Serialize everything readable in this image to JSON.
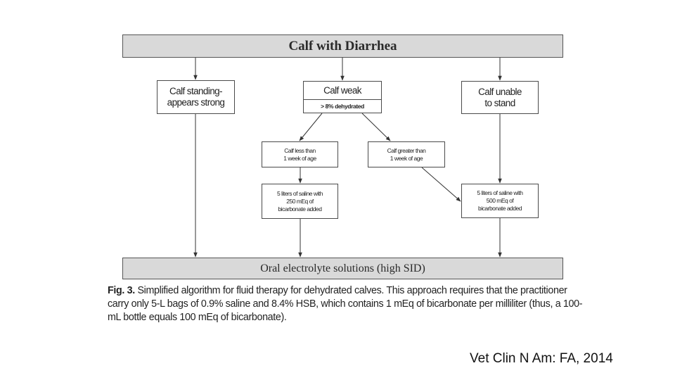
{
  "diagram": {
    "root": "Calf with Diarrhea",
    "sink": "Oral electrolyte solutions (high SID)",
    "nodes": {
      "standing": [
        "Calf standing-",
        "appears strong"
      ],
      "weak": {
        "title": "Calf weak",
        "subtitle": "> 8% dehydrated"
      },
      "unable": [
        "Calf unable",
        "to stand"
      ],
      "less_than_week": [
        "Calf less than",
        "1 week of age"
      ],
      "greater_than_week": [
        "Calf greater than",
        "1 week of age"
      ],
      "saline_250": [
        "5 liters of saline with",
        "250 mEq of",
        "bicarbonate added"
      ],
      "saline_500": [
        "5 liters of saline with",
        "500 mEq of",
        "bicarbonate added"
      ]
    },
    "edges": [
      [
        "root",
        "standing"
      ],
      [
        "root",
        "weak"
      ],
      [
        "root",
        "unable"
      ],
      [
        "weak",
        "less_than_week"
      ],
      [
        "weak",
        "greater_than_week"
      ],
      [
        "less_than_week",
        "saline_250"
      ],
      [
        "greater_than_week",
        "saline_500"
      ],
      [
        "unable",
        "saline_500"
      ],
      [
        "standing",
        "sink"
      ],
      [
        "saline_250",
        "sink"
      ],
      [
        "saline_500",
        "sink"
      ]
    ]
  },
  "caption": {
    "label": "Fig. 3.",
    "text": " Simplified algorithm for fluid therapy for dehydrated calves. This approach requires that the practitioner carry only 5-L bags of 0.9% saline and 8.4% HSB, which contains 1 mEq of bicarbonate per milliliter (thus, a 100-mL bottle equals 100 mEq of bicarbonate)."
  },
  "citation": "Vet Clin N Am: FA, 2014",
  "colors": {
    "banner_fill": "#d9d9d9",
    "line": "#333333"
  }
}
